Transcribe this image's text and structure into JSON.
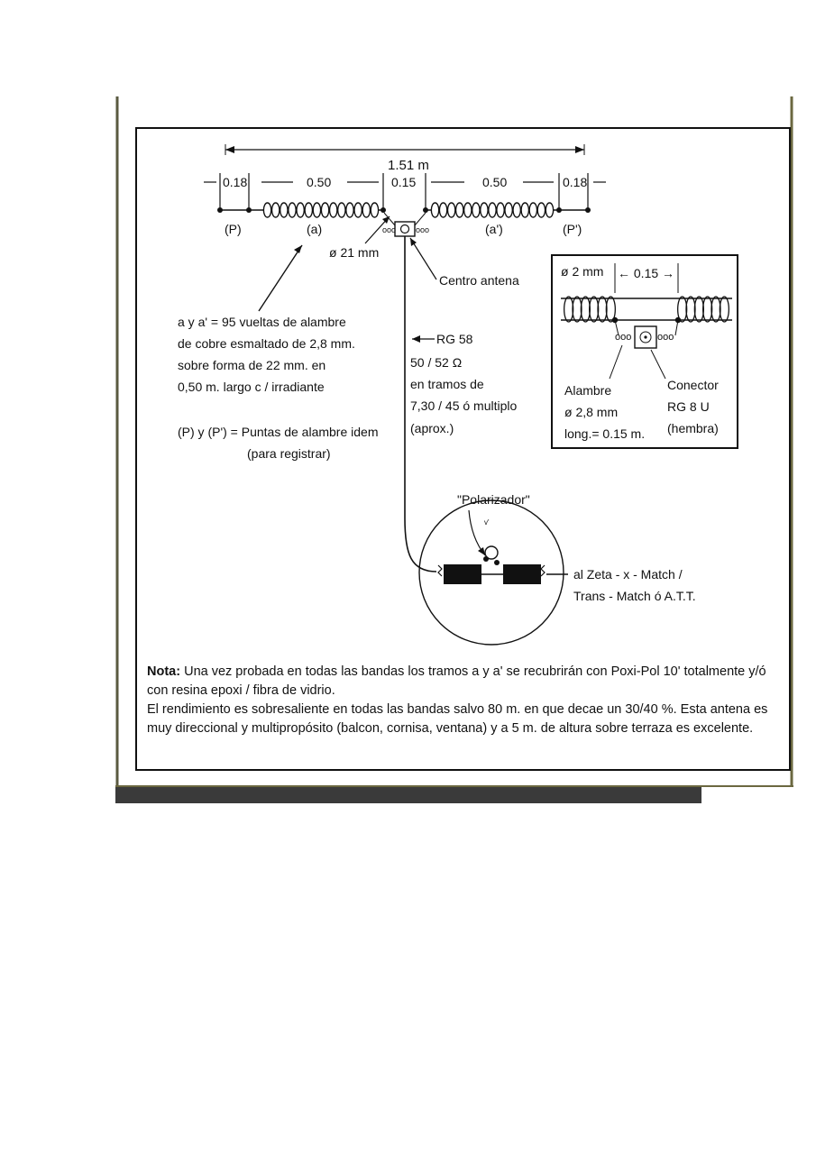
{
  "colors": {
    "frame": "#6b6840",
    "bottom_bar": "#3a3a3a",
    "ink": "#111111",
    "paper": "#ffffff"
  },
  "dimensions": {
    "total": "1.51 m",
    "tip_left": "0.18",
    "coil_left": "0.50",
    "center": "0.15",
    "coil_right": "0.50",
    "tip_right": "0.18"
  },
  "labels": {
    "p": "(P)",
    "a": "(a)",
    "a_prime": "(a')",
    "p_prime": "(P')",
    "diameter": "ø 21 mm",
    "center_antenna": "Centro antena",
    "rg58": "RG 58",
    "impedance": "50 / 52 Ω",
    "coax_line3": "en tramos de",
    "coax_line4": "7,30 / 45 ó multiplo",
    "coax_line5": "(aprox.)"
  },
  "description": {
    "line1": "a y a' = 95 vueltas de alambre",
    "line2": "de cobre esmaltado de 2,8 mm.",
    "line3": "sobre forma de 22 mm. en",
    "line4": "0,50 m. largo c / irradiante",
    "line5": "(P) y (P') = Puntas de alambre idem",
    "line6": "(para registrar)"
  },
  "inset": {
    "diameter": "ø 2 mm",
    "spacing": "← 0.15 →",
    "wire_1": "Alambre",
    "wire_2": "ø 2,8 mm",
    "wire_3": "long.= 0.15 m.",
    "conn_1": "Conector",
    "conn_2": "RG 8 U",
    "conn_3": "(hembra)"
  },
  "polarizer": {
    "label": "\"Polarizador\"",
    "output_1": "al Zeta - x - Match /",
    "output_2": "Trans - Match ó A.T.T."
  },
  "note": {
    "title": "Nota:",
    "line1": " Una vez probada en todas las bandas los tramos a y a' se recubrirán con Poxi-Pol 10' totalmente y/ó con resina epoxi / fibra de vidrio.",
    "line2": "El rendimiento es sobresaliente en todas las bandas salvo 80 m. en que decae un 30/40 %. Esta antena es muy direccional y multipropósito (balcon, cornisa, ventana) y a 5 m. de altura sobre terraza es excelente."
  }
}
